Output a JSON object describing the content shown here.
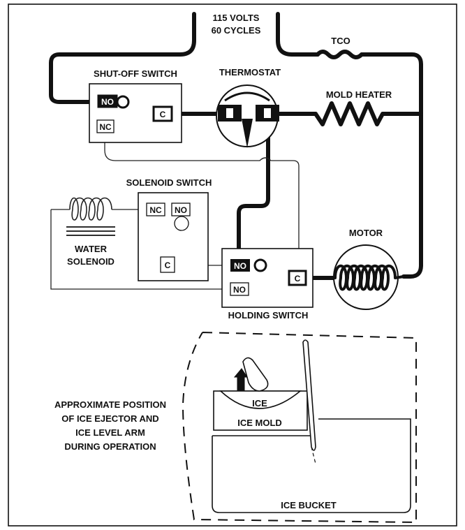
{
  "labels": {
    "supply_line1": "115 VOLTS",
    "supply_line2": "60 CYCLES",
    "tco": "TCO",
    "shut_off_switch": "SHUT-OFF SWITCH",
    "thermostat": "THERMOSTAT",
    "mold_heater": "MOLD HEATER",
    "solenoid_switch": "SOLENOID SWITCH",
    "water_solenoid_line1": "WATER",
    "water_solenoid_line2": "SOLENOID",
    "motor": "MOTOR",
    "holding_switch": "HOLDING SWITCH",
    "ice": "ICE",
    "ice_mold": "ICE MOLD",
    "ice_bucket": "ICE BUCKET",
    "position_note": [
      "APPROXIMATE POSITION",
      "OF ICE EJECTOR AND",
      "ICE LEVEL ARM",
      "DURING OPERATION"
    ]
  },
  "terminals": {
    "no": "NO",
    "nc": "NC",
    "c": "C"
  }
}
